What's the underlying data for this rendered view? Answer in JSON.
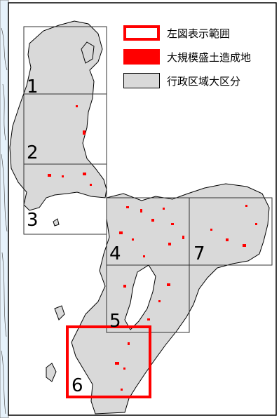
{
  "grid_labels": [
    "1",
    "2",
    "3",
    "4",
    "5",
    "6",
    "7"
  ],
  "legend": {
    "items": [
      {
        "label": "左図表示範囲",
        "style": "outline",
        "color": "#ff0000"
      },
      {
        "label": "大規模盛土造成地",
        "style": "fill",
        "color": "#ff0000"
      },
      {
        "label": "行政区域大区分",
        "style": "fill",
        "color": "#d9d9d9"
      }
    ]
  },
  "colors": {
    "land": "#d9d9d9",
    "fill_site": "#ff0000",
    "highlight_frame": "#ff0000",
    "grid_line": "#333333",
    "water": "#ffffff",
    "relief_panel": "#e6f2fb"
  }
}
